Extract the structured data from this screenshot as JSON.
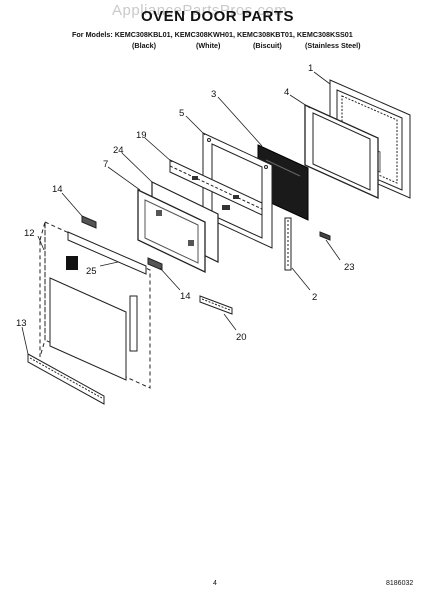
{
  "watermark": "AppliancePartsPros.com",
  "title": "OVEN DOOR PARTS",
  "models_line": "For Models: KEMC308KBL01, KEMC308KWH01, KEMC308KBT01, KEMC308KSS01",
  "finishes": [
    "(Black)",
    "(White)",
    "(Biscuit)",
    "(Stainless Steel)"
  ],
  "callouts": {
    "c1": "1",
    "c2": "2",
    "c3": "3",
    "c4": "4",
    "c5": "5",
    "c7": "7",
    "c12": "12",
    "c13": "13",
    "c14a": "14",
    "c14b": "14",
    "c19": "19",
    "c20": "20",
    "c23": "23",
    "c24": "24",
    "c25": "25"
  },
  "footer": {
    "page_number": "4",
    "document_number": "8186032"
  }
}
